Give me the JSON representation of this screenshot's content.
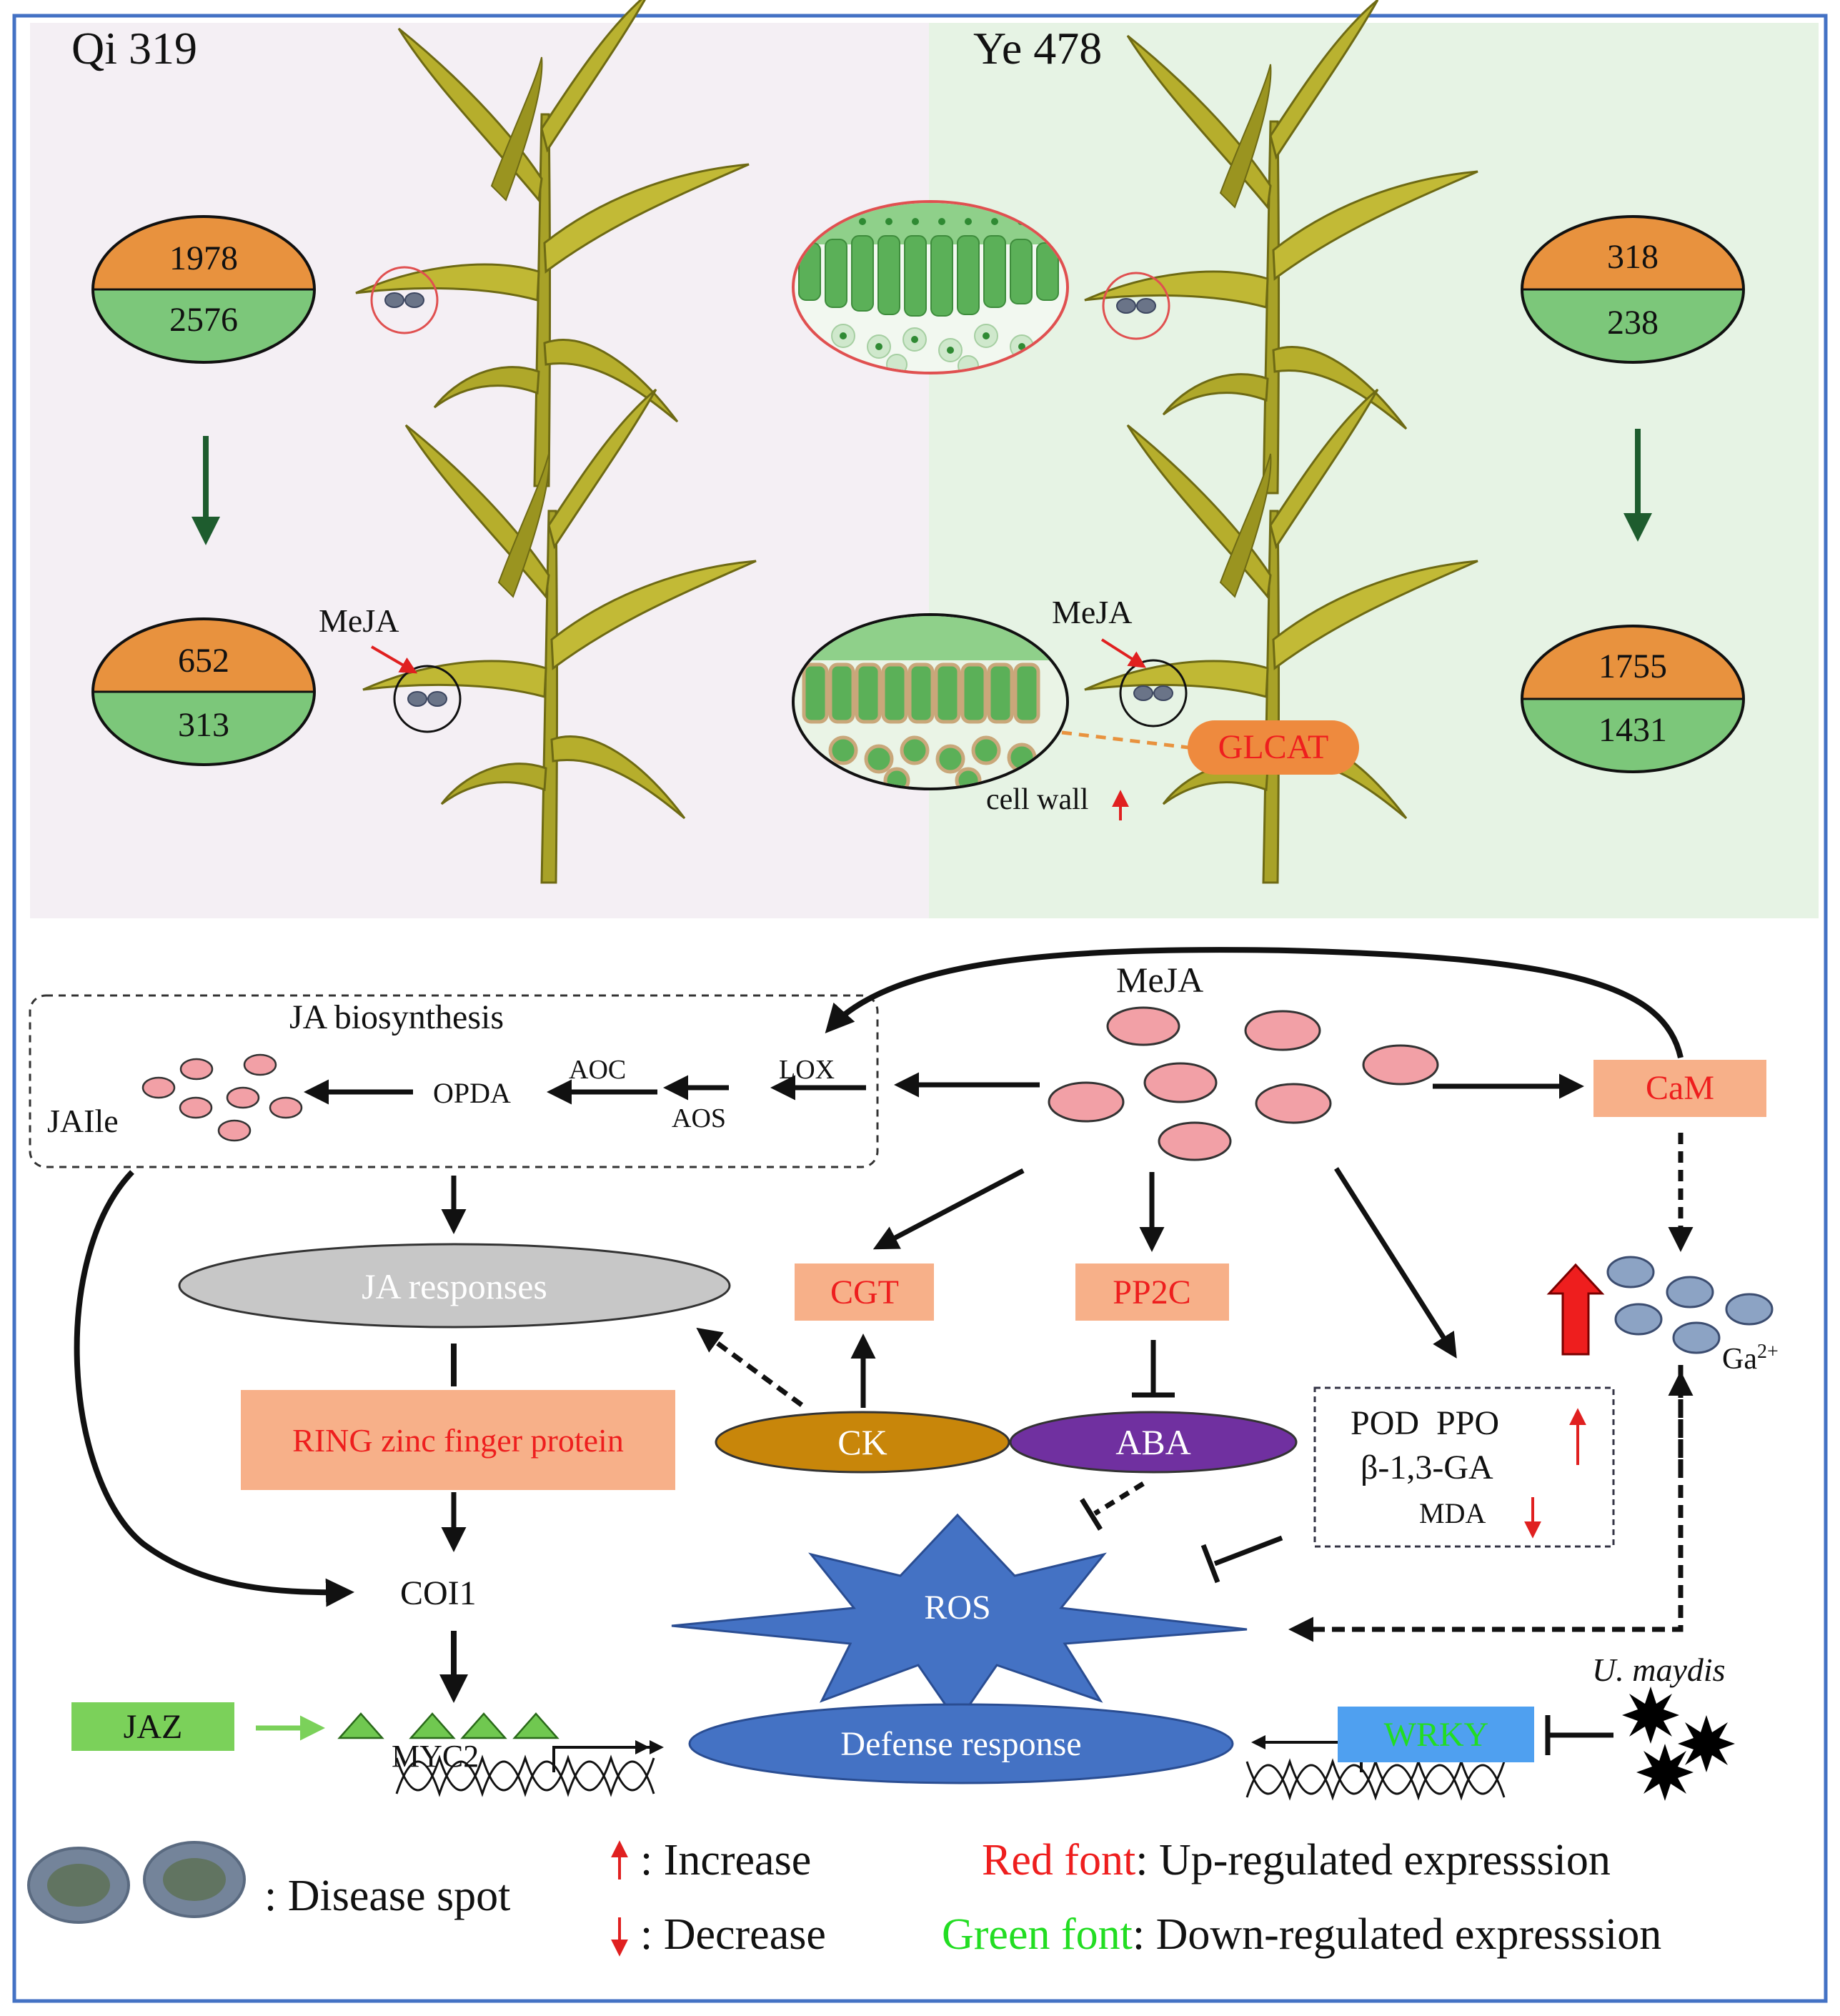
{
  "top": {
    "left_title": "Qi 319",
    "right_title": "Ye 478",
    "qi_before": {
      "up": "1978",
      "down": "2576"
    },
    "qi_after": {
      "up": "652",
      "down": "313"
    },
    "ye_before": {
      "up": "318",
      "down": "238"
    },
    "ye_after": {
      "up": "1755",
      "down": "1431"
    },
    "meja_left": "MeJA",
    "meja_right": "MeJA",
    "glcat": "GLCAT",
    "cell_wall": "cell wall"
  },
  "pathway": {
    "meja": "MeJA",
    "ja_biosynthesis": "JA biosynthesis",
    "jaile": "JAIle",
    "opda": "OPDA",
    "aoc": "AOC",
    "aos": "AOS",
    "lox": "LOX",
    "cam": "CaM",
    "ja_responses": "JA responses",
    "cgt": "CGT",
    "pp2c": "PP2C",
    "ring": "RING zinc finger protein",
    "ck": "CK",
    "aba": "ABA",
    "pod_ppo": "POD  PPO",
    "b13ga": "β-1,3-GA",
    "mda": "MDA",
    "ga_ion": "Ga",
    "ga_charge": "2+",
    "coi1": "COI1",
    "ros": "ROS",
    "jaz": "JAZ",
    "myc2": "MYC2",
    "defense": "Defense response",
    "wrky": "WRKY",
    "umaydis": "U. maydis"
  },
  "legend": {
    "disease_spot": ": Disease spot",
    "increase": ": Increase",
    "decrease": ": Decrease",
    "red_font": "Red font",
    "red_desc": ": Up-regulated expresssion",
    "green_font": "Green font",
    "green_desc": ": Down-regulated expresssion"
  },
  "colors": {
    "up_orange": "#E8923E",
    "down_green": "#7CC77A",
    "pink": "#F2A0A6",
    "label_box": "#F7B089",
    "red_text": "#EE1E1E",
    "green_text": "#22DD22",
    "ros_blue": "#4472C4",
    "ck_gold": "#C8860A",
    "aba_purple": "#7030A0",
    "jaz_green": "#7BD15A",
    "wrky_blue": "#4FA0F0",
    "dark_arrow": "#1E5C2E"
  }
}
